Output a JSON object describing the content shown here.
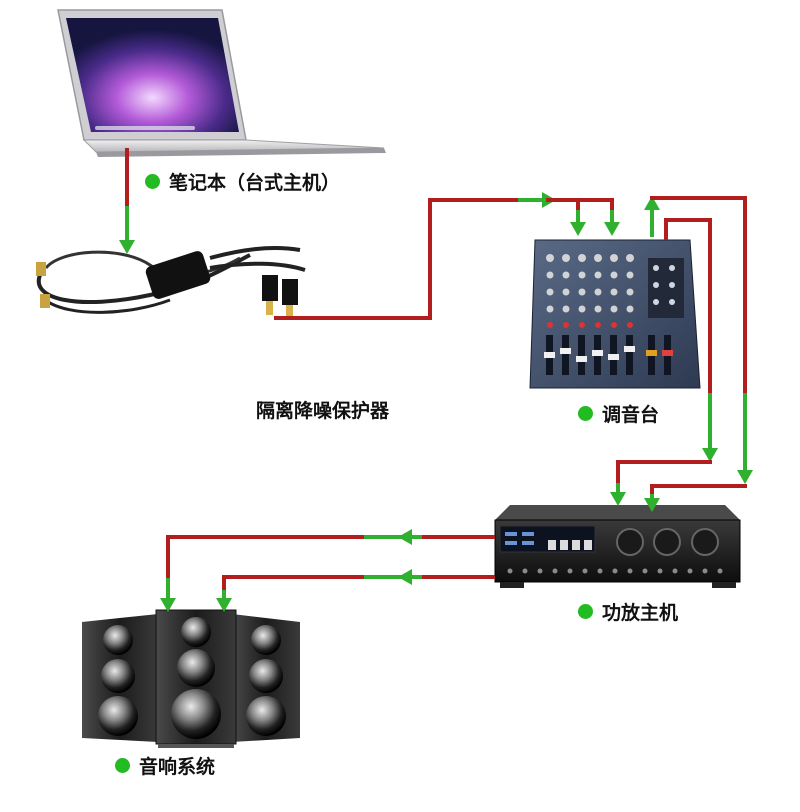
{
  "labels": {
    "laptop": "笔记本（台式主机）",
    "isolator": "隔离降噪保护器",
    "mixer": "调音台",
    "amplifier": "功放主机",
    "speakers": "音响系统"
  },
  "colors": {
    "wire_red": "#b21e1e",
    "arrow_green": "#2fb12f",
    "bullet_green": "#22bb22"
  },
  "icons": [
    "laptop-icon",
    "isolator-cable-icon",
    "mixer-icon",
    "amplifier-icon",
    "speaker-icon"
  ]
}
